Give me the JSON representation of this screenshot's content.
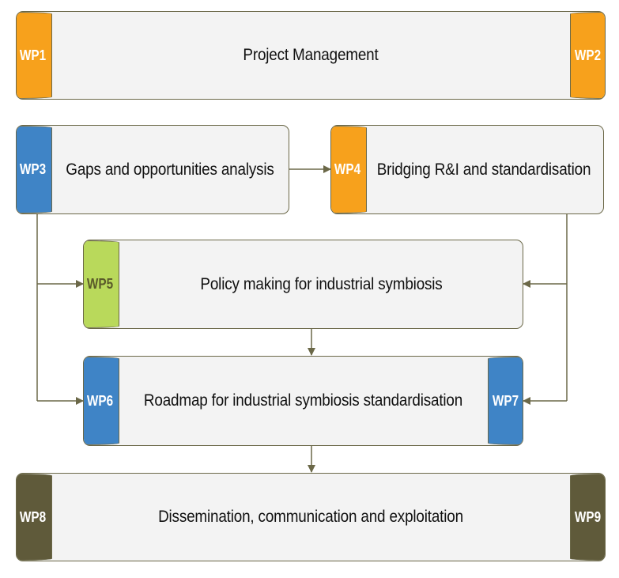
{
  "packages": [
    {
      "id": "pm",
      "title": "Project Management",
      "left_tag": "WP1",
      "right_tag": "WP2"
    },
    {
      "id": "gap",
      "title": "Gaps and opportunities analysis",
      "left_tag": "WP3"
    },
    {
      "id": "bri",
      "title": "Bridging R&I and standardisation",
      "left_tag": "WP4"
    },
    {
      "id": "pol",
      "title": "Policy making for industrial symbiosis",
      "left_tag": "WP5"
    },
    {
      "id": "road",
      "title": "Roadmap for industrial symbiosis standardisation",
      "left_tag": "WP6",
      "right_tag": "WP7"
    },
    {
      "id": "dis",
      "title": "Dissemination, communication and exploitation",
      "left_tag": "WP8",
      "right_tag": "WP9"
    }
  ],
  "colors": {
    "orange": "#f7a11c",
    "blue": "#3f84c6",
    "lime": "#b9d95b",
    "olive": "#5f5a3a",
    "box_fill": "#f3f3f3",
    "stroke": "#6b6848"
  }
}
